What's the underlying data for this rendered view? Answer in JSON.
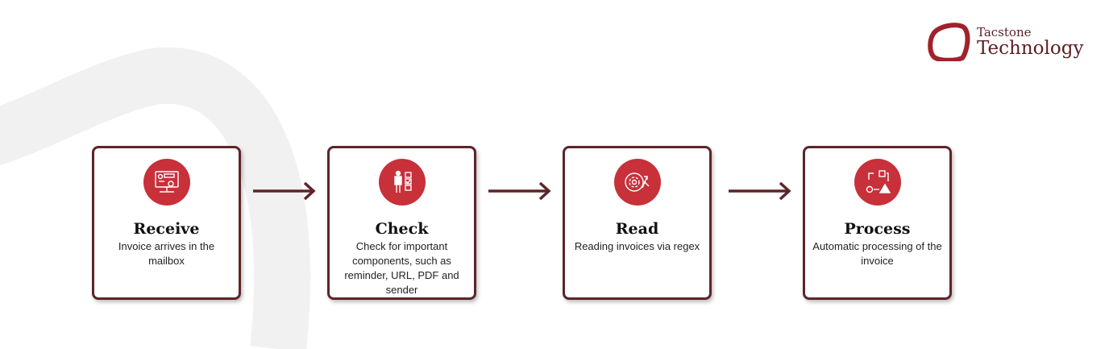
{
  "logo": {
    "line1": "Tacstone",
    "line2": "Technology"
  },
  "steps": [
    {
      "title": "Receive",
      "description": "Invoice arrives in the mailbox",
      "icon": "monitor-dashboard-icon"
    },
    {
      "title": "Check",
      "description": "Check for important components, such as reminder, URL, PDF and sender",
      "icon": "person-checklist-icon"
    },
    {
      "title": "Read",
      "description": "Reading invoices via regex",
      "icon": "gear-arrows-icon"
    },
    {
      "title": "Process",
      "description": "Automatic processing of the invoice",
      "icon": "workflow-shapes-icon"
    }
  ],
  "colors": {
    "accent": "#c8303a",
    "border": "#5e2529"
  }
}
